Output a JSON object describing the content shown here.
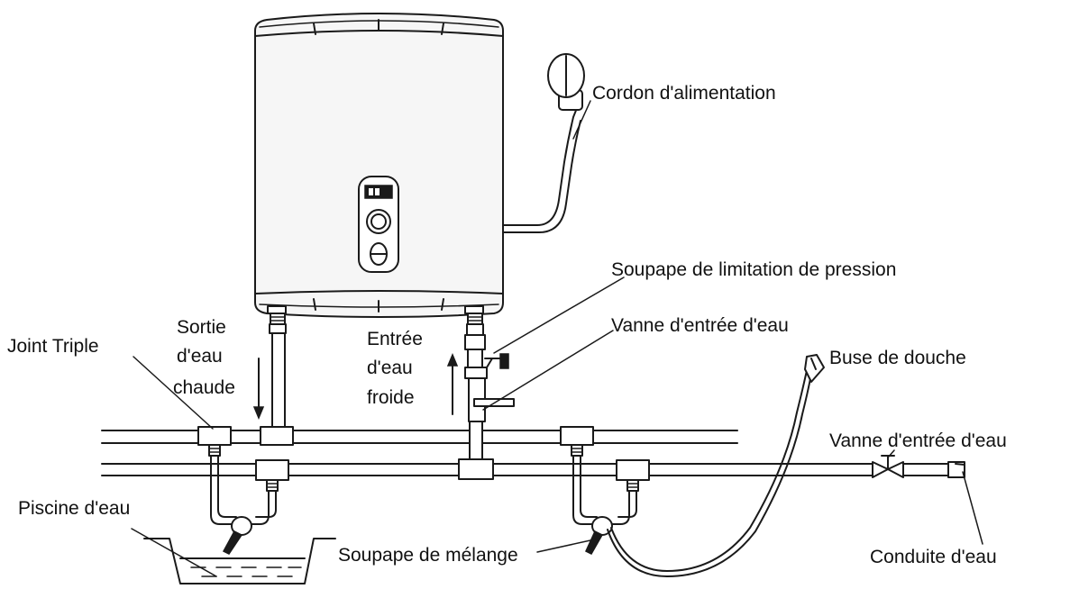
{
  "labels": {
    "cordon": "Cordon d'alimentation",
    "soupape_limitation": "Soupape de limitation de pression",
    "vanne_entree_haut": "Vanne d'entrée d'eau",
    "sortie_chaude": [
      "Sortie",
      "d'eau",
      "chaude"
    ],
    "entree_froide": [
      "Entrée",
      "d'eau",
      "froide"
    ],
    "joint_triple": "Joint Triple",
    "buse_douche": "Buse de douche",
    "vanne_entree_droite": "Vanne d'entrée d'eau",
    "piscine": "Piscine d'eau",
    "soupape_melange": "Soupape de mélange",
    "conduite": "Conduite d'eau"
  },
  "colors": {
    "line": "#1a1a1a",
    "tank_fill": "#f6f6f6",
    "background": "#ffffff"
  }
}
